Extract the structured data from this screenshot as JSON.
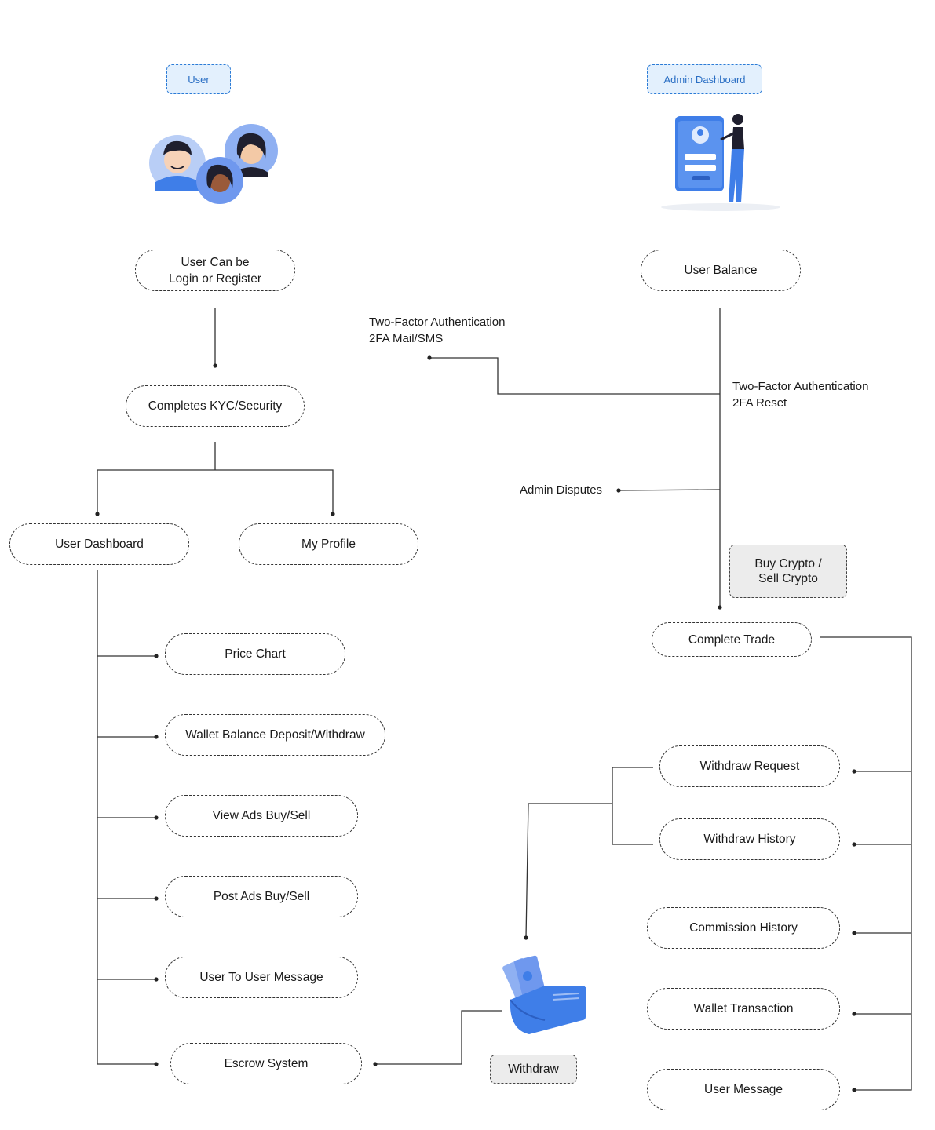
{
  "headers": {
    "user": "User",
    "admin": "Admin Dashboard"
  },
  "user_flow": {
    "login_line1": "User Can be",
    "login_line2": "Login or Register",
    "kyc": "Completes KYC/Security",
    "dashboard": "User Dashboard",
    "profile": "My Profile",
    "features": [
      "Price Chart",
      "Wallet Balance Deposit/Withdraw",
      "View Ads Buy/Sell",
      "Post Ads Buy/Sell",
      "User To User Message",
      "Escrow System"
    ]
  },
  "admin_flow": {
    "user_balance": "User Balance",
    "twofa_mail_line1": "Two-Factor Authentication",
    "twofa_mail_line2": "2FA Mail/SMS",
    "twofa_reset_line1": "Two-Factor Authentication",
    "twofa_reset_line2": "2FA Reset",
    "admin_disputes": "Admin Disputes",
    "buy_sell_line1": "Buy Crypto /",
    "buy_sell_line2": "Sell Crypto",
    "complete_trade": "Complete Trade",
    "items": [
      "Withdraw Request",
      "Withdraw History",
      "Commission History",
      "Wallet Transaction",
      "User Message"
    ]
  },
  "withdraw_label": "Withdraw",
  "colors": {
    "accent_blue": "#3f7ee8",
    "tag_fill": "#e3f0fd",
    "grey_fill": "#ececec"
  }
}
